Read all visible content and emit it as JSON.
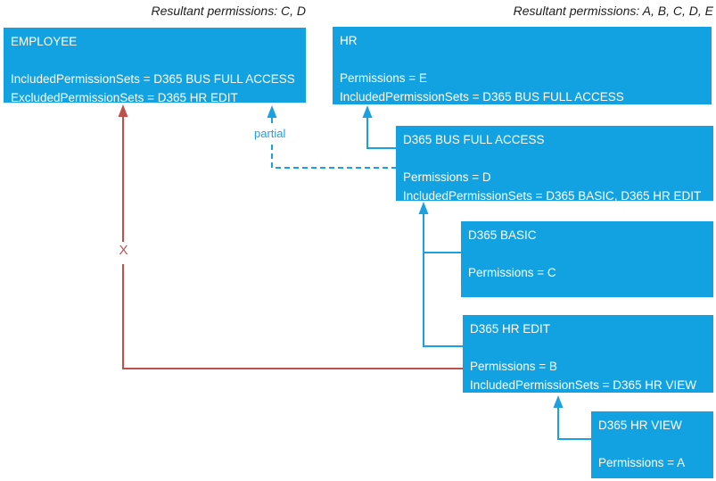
{
  "colors": {
    "box-blue": "#13a2e1",
    "connector-blue": "#1ba1e2",
    "connector-red": "#c0504d",
    "box-text": "#ffffff",
    "header-text": "#1d1d1d",
    "bg": "#ffffff"
  },
  "headers": {
    "left": "Resultant permissions: C, D",
    "right": "Resultant permissions: A, B, C, D, E"
  },
  "labels": {
    "partial": "partial",
    "excluded_marker": "X"
  },
  "boxes": {
    "employee": {
      "title": "EMPLOYEE",
      "lines": [
        "IncludedPermissionSets = D365 BUS FULL ACCESS",
        "ExcludedPermissionSets = D365 HR EDIT"
      ]
    },
    "hr": {
      "title": "HR",
      "lines": [
        "Permissions = E",
        "IncludedPermissionSets = D365 BUS FULL ACCESS"
      ]
    },
    "bus_full_access": {
      "title": "D365 BUS FULL ACCESS",
      "lines": [
        "Permissions = D",
        "IncludedPermissionSets = D365 BASIC, D365 HR EDIT"
      ]
    },
    "basic": {
      "title": "D365 BASIC",
      "lines": [
        "Permissions = C"
      ]
    },
    "hr_edit": {
      "title": "D365 HR EDIT",
      "lines": [
        "Permissions = B",
        "IncludedPermissionSets = D365 HR VIEW"
      ]
    },
    "hr_view": {
      "title": "D365 HR VIEW",
      "lines": [
        "Permissions = A"
      ]
    }
  }
}
